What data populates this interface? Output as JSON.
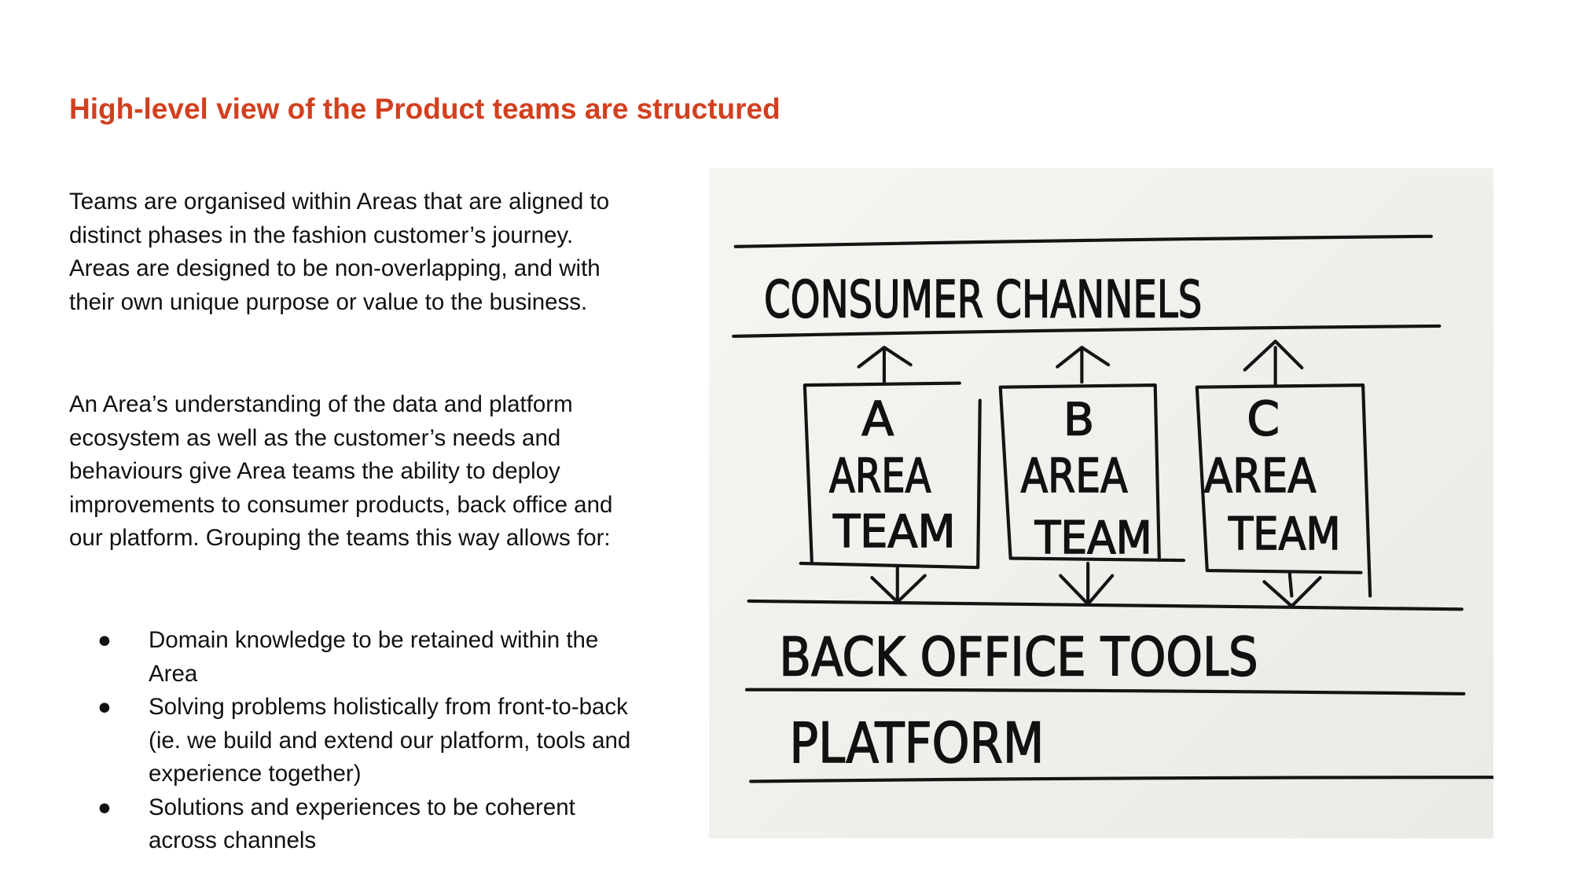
{
  "title": "High-level view of the Product teams are structured",
  "paragraphs": [
    "Teams are organised within Areas that are aligned to distinct phases in the fashion customer’s journey. Areas are designed to be non-overlapping, and with their own unique purpose or value to the business.",
    "An Area’s understanding of the data and platform ecosystem as well as the customer’s needs and behaviours give Area teams the ability to deploy improvements to consumer products, back office and our platform. Grouping the teams this way allows for:"
  ],
  "bullet_marker": "●",
  "bullets": [
    "Domain knowledge to be retained within the Area",
    "Solving problems holistically from front-to-back (ie. we build and extend our platform, tools and experience together)",
    "Solutions and experiences to be coherent across channels"
  ],
  "diagram": {
    "layers": {
      "consumer": "CONSUMER CHANNELS",
      "back_office": "BACK OFFICE TOOLS",
      "platform": "PLATFORM"
    },
    "teams": [
      {
        "letter": "A",
        "line1": "AREA",
        "line2": "TEAM"
      },
      {
        "letter": "B",
        "line1": "AREA",
        "line2": "TEAM"
      },
      {
        "letter": "C",
        "line1": "AREA",
        "line2": "TEAM"
      }
    ]
  },
  "colors": {
    "title": "#d2401f",
    "text": "#111111"
  }
}
